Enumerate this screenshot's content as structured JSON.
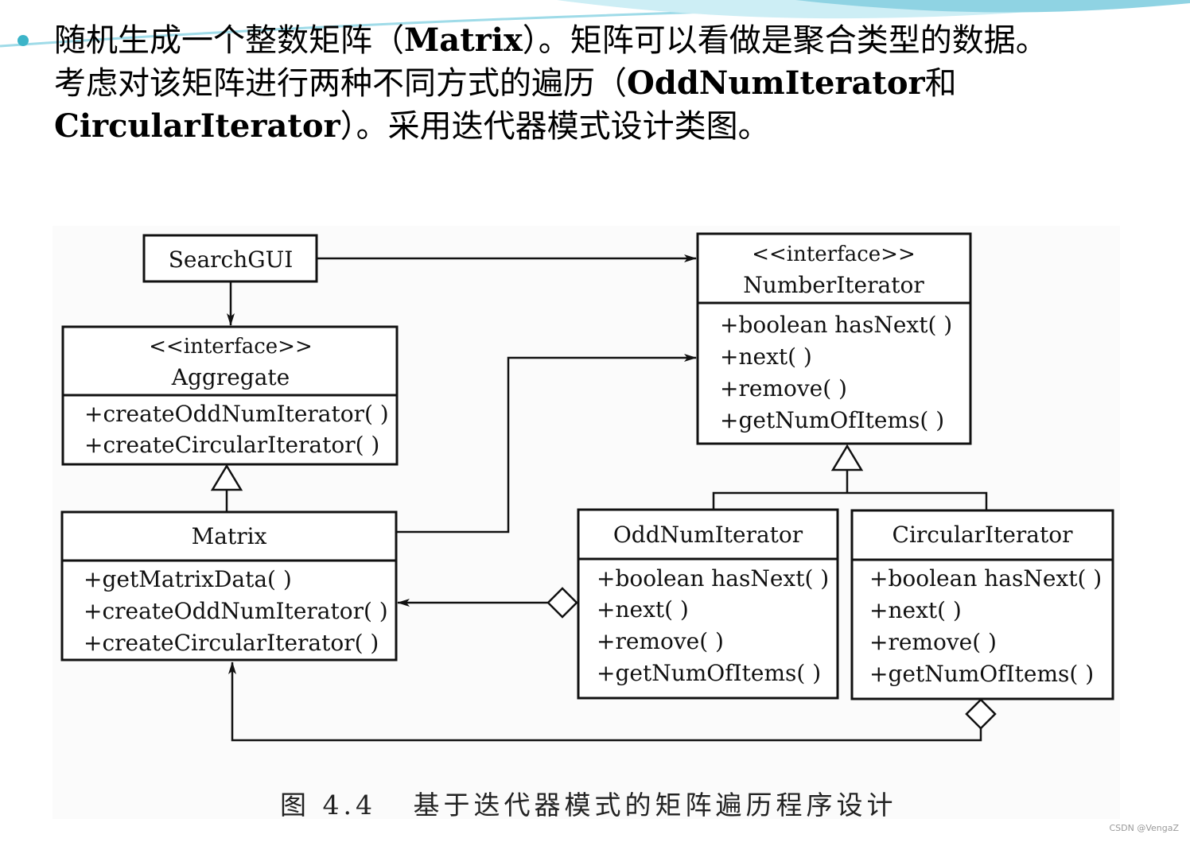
{
  "intro": {
    "line1_a": "随机生成一个整数矩阵（",
    "line1_b": "Matrix",
    "line1_c": "）。矩阵可以看做是聚合类型的数据。",
    "line2_a": "考虑对该矩阵进行两种不同方式的遍历（",
    "line2_b": "OddNumIterator",
    "line2_c": "和",
    "line3_a": "CircularIterator",
    "line3_b": "）。采用迭代器模式设计类图。"
  },
  "diagram": {
    "search_gui": {
      "name": "SearchGUI"
    },
    "aggregate": {
      "stereotype": "<<interface>>",
      "name": "Aggregate",
      "ops": [
        "+createOddNumIterator( )",
        "+createCircularIterator( )"
      ]
    },
    "matrix": {
      "name": "Matrix",
      "ops": [
        "+getMatrixData( )",
        "+createOddNumIterator( )",
        "+createCircularIterator( )"
      ]
    },
    "number_iterator": {
      "stereotype": "<<interface>>",
      "name": "NumberIterator",
      "ops": [
        "+boolean hasNext( )",
        "+next( )",
        "+remove( )",
        "+getNumOfItems( )"
      ]
    },
    "odd_num_iterator": {
      "name": "OddNumIterator",
      "ops": [
        "+boolean hasNext( )",
        "+next( )",
        "+remove( )",
        "+getNumOfItems( )"
      ]
    },
    "circular_iterator": {
      "name": "CircularIterator",
      "ops": [
        "+boolean hasNext( )",
        "+next( )",
        "+remove( )",
        "+getNumOfItems( )"
      ]
    }
  },
  "caption": "图 4.4   基于迭代器模式的矩阵遍历程序设计",
  "watermark": "CSDN @VengaZ",
  "colors": {
    "bullet": "#3cb4c8",
    "wave": "#7fcfe0"
  }
}
